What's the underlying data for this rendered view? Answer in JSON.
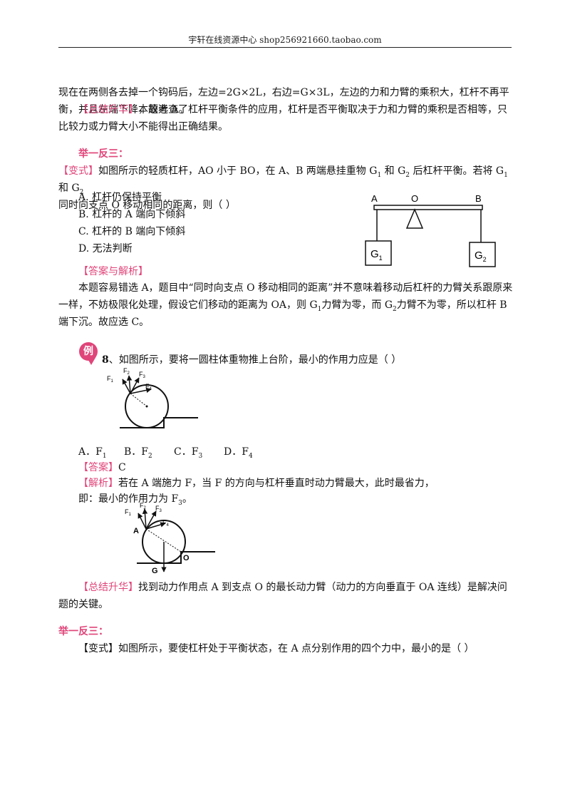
{
  "header": {
    "text": "宇轩在线资源中心   shop256921660.taobao.com"
  },
  "p1": "现在在两侧各去掉一个钩码后，左边=2G×2L，右边=G×3L，左边的力和力臂的乘积大，杠杆不再平衡，并且左端下降，故选 A。",
  "s1": {
    "label": "【总结升华】",
    "text": "本题考查了杠杆平衡条件的应用，杠杆是否平衡取决于力和力臂的乘积是否相等，只比较力或力臂大小不能得出正确结果。"
  },
  "h1": "举一反三：",
  "q1": {
    "label": "【变式】",
    "t1": "如图所示的轻质杠杆，AO 小于 BO，在 A、B 两端悬挂重物 G",
    "t2": " 和 G",
    "t3": " 后杠杆平衡。若将 G",
    "t4": " 和 G",
    "t5": "同时向支点 O 移动相同的距离，则（   ）",
    "s1": "1",
    "s2": "2",
    "options": [
      "A.  杠杆仍保持平衡",
      "B.  杠杆的 A 端向下倾斜",
      "C.  杠杆的 B 端向下倾斜",
      "D.  无法判断"
    ]
  },
  "fig1": {
    "a": "A",
    "o": "O",
    "b": "B",
    "g": "G",
    "s1": "1",
    "s2": "2"
  },
  "a1": {
    "label": "【答案与解析】",
    "t1": "本题容易错选 A，题目中“同时向支点 O 移动相同的距离”并不意味着移动后杠杆的力臂关系跟原来一样，不妨极限化处理，假设它们移动的距离为 OA，则 G",
    "t2": "力臂为零，而 G",
    "t3": "力臂不为零，所以杠杆 B 端下沉。故应选 C。",
    "s1": "1",
    "s2": "2"
  },
  "ex": {
    "badge": "例",
    "num": "8",
    "text": "、如图所示，要将一圆柱体重物推上台阶，最小的作用力应是（       ）"
  },
  "fig": {
    "f": "F",
    "s1": "1",
    "s2": "2",
    "s3": "3",
    "s4": "4",
    "a": "A",
    "o": "O",
    "g": "G"
  },
  "opts8": [
    {
      "letter": "A．F",
      "sub": "1"
    },
    {
      "letter": "B．F",
      "sub": "2"
    },
    {
      "letter": "C．F",
      "sub": "3"
    },
    {
      "letter": "D．F",
      "sub": "4"
    }
  ],
  "ans8": {
    "label": "【答案】",
    "text": "C"
  },
  "jx8": {
    "label": "【解析】",
    "t1": "若在 A 端施力 F，当 F 的方向与杠杆垂直时动力臂最大，此时最省力，",
    "t2": "即：最小的作用力为 F",
    "s": "3",
    "t3": "。"
  },
  "s2": {
    "label": "【总结升华】",
    "text": "找到动力作用点 A 到支点 O 的最长动力臂（动力的方向垂直于 OA 连线）是解决问题的关键。"
  },
  "h2": "举一反三：",
  "q2": {
    "label": "【变式】",
    "text": "如图所示，要使杠杆处于平衡状态，在 A 点分别作用的四个力中，最小的是（       ）"
  }
}
